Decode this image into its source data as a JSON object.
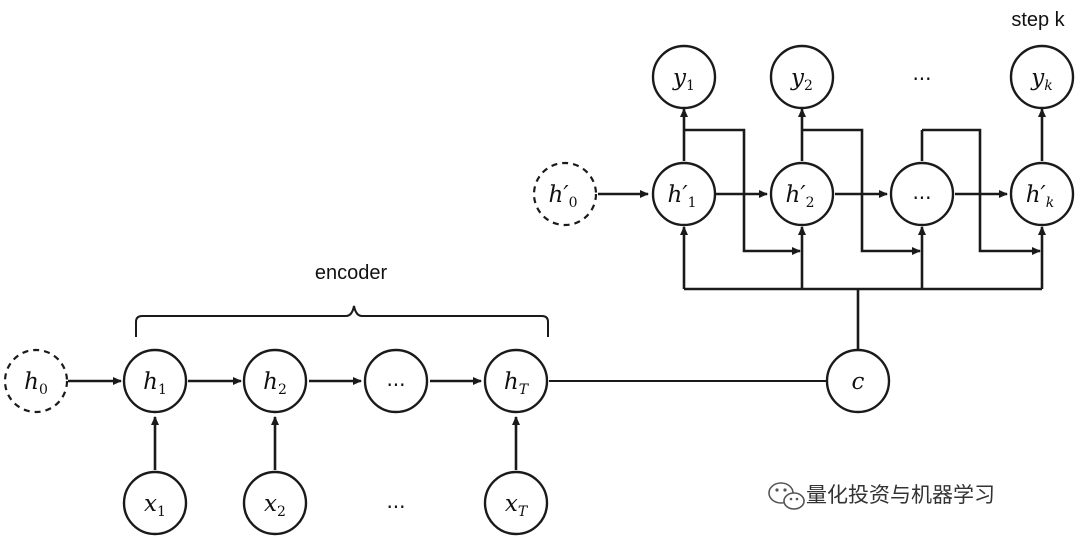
{
  "labels": {
    "encoder": "encoder",
    "step": "step k",
    "dots": "..."
  },
  "encoder": {
    "h0": {
      "base": "h",
      "sub": "0"
    },
    "h1": {
      "base": "h",
      "sub": "1"
    },
    "h2": {
      "base": "h",
      "sub": "2"
    },
    "hT": {
      "base": "h",
      "sub": "T"
    },
    "x1": {
      "base": "x",
      "sub": "1"
    },
    "x2": {
      "base": "x",
      "sub": "2"
    },
    "xT": {
      "base": "x",
      "sub": "T"
    }
  },
  "context": {
    "base": "c"
  },
  "decoder": {
    "hp0": {
      "base": "h′",
      "sub": "0"
    },
    "hp1": {
      "base": "h′",
      "sub": "1"
    },
    "hp2": {
      "base": "h′",
      "sub": "2"
    },
    "hpk": {
      "base": "h′",
      "sub": "k"
    },
    "y1": {
      "base": "y",
      "sub": "1"
    },
    "y2": {
      "base": "y",
      "sub": "2"
    },
    "yk": {
      "base": "y",
      "sub": "k"
    }
  },
  "watermark": "量化投资与机器学习"
}
